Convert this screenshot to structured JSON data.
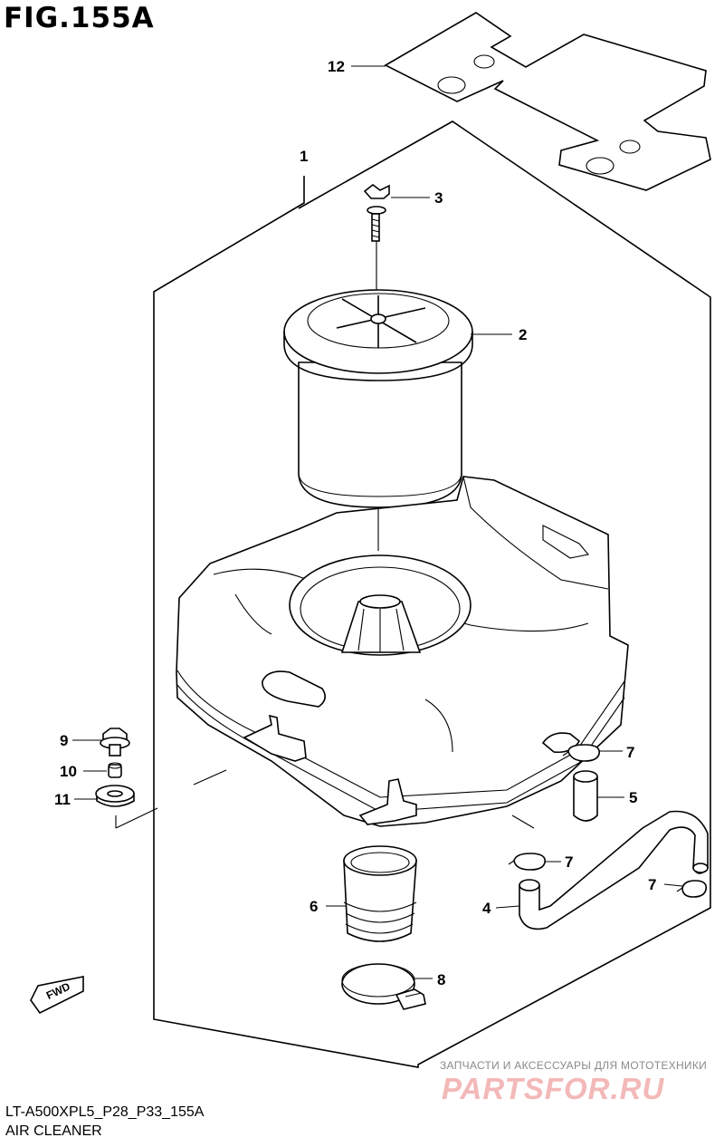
{
  "figure": {
    "title": "FIG.155A",
    "model_code": "LT-A500XPL5_P28_P33_155A",
    "section_name": "AIR CLEANER"
  },
  "callouts": [
    "1",
    "2",
    "3",
    "4",
    "5",
    "6",
    "7",
    "8",
    "9",
    "10",
    "11",
    "12"
  ],
  "duplicate_callout": "7",
  "direction_marker": "FWD",
  "watermark": {
    "tagline": "ЗАПЧАСТИ И АКСЕССУАРЫ ДЛЯ МОТОТЕХНИКИ",
    "logo_text": "PARTSFOR.RU",
    "logo_color": "#f3b8b8"
  }
}
